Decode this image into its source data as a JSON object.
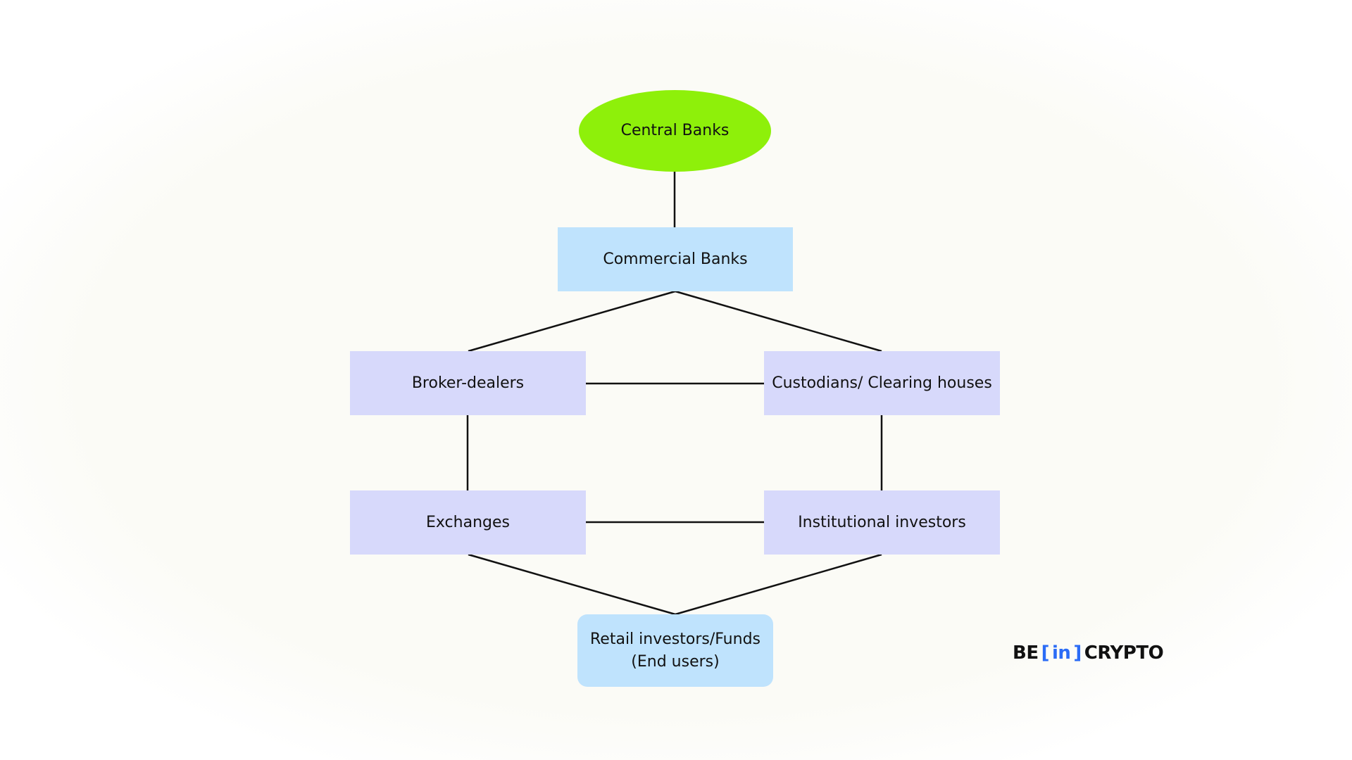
{
  "diagram": {
    "title": "",
    "colors": {
      "central": "#8ef00a",
      "bank": "#bfe3fd",
      "intermediary": "#d7d9fb",
      "end_user": "#bfe3fd",
      "edge": "#111111",
      "logo_accent": "#2b6cf6"
    },
    "nodes": [
      {
        "id": "central",
        "label": "Central Banks",
        "shape": "ellipse",
        "tier": 0
      },
      {
        "id": "commercial",
        "label": "Commercial Banks",
        "shape": "rect",
        "tier": 1
      },
      {
        "id": "broker",
        "label": "Broker-dealers",
        "shape": "rect",
        "tier": 2
      },
      {
        "id": "custodians",
        "label": "Custodians/ Clearing houses",
        "shape": "rect",
        "tier": 2
      },
      {
        "id": "exchanges",
        "label": "Exchanges",
        "shape": "rect",
        "tier": 3
      },
      {
        "id": "institutional",
        "label": "Institutional investors",
        "shape": "rect",
        "tier": 3
      },
      {
        "id": "retail",
        "label": "Retail investors/Funds",
        "label2": "(End users)",
        "shape": "rounded-rect",
        "tier": 4
      }
    ],
    "edges": [
      {
        "from": "central",
        "to": "commercial"
      },
      {
        "from": "commercial",
        "to": "broker"
      },
      {
        "from": "commercial",
        "to": "custodians"
      },
      {
        "from": "broker",
        "to": "custodians"
      },
      {
        "from": "broker",
        "to": "exchanges"
      },
      {
        "from": "custodians",
        "to": "institutional"
      },
      {
        "from": "exchanges",
        "to": "institutional"
      },
      {
        "from": "exchanges",
        "to": "retail"
      },
      {
        "from": "institutional",
        "to": "retail"
      }
    ]
  },
  "logo": {
    "left": "BE",
    "bracket_open": "[",
    "middle": "in",
    "bracket_close": "]",
    "right": "CRYPTO"
  }
}
